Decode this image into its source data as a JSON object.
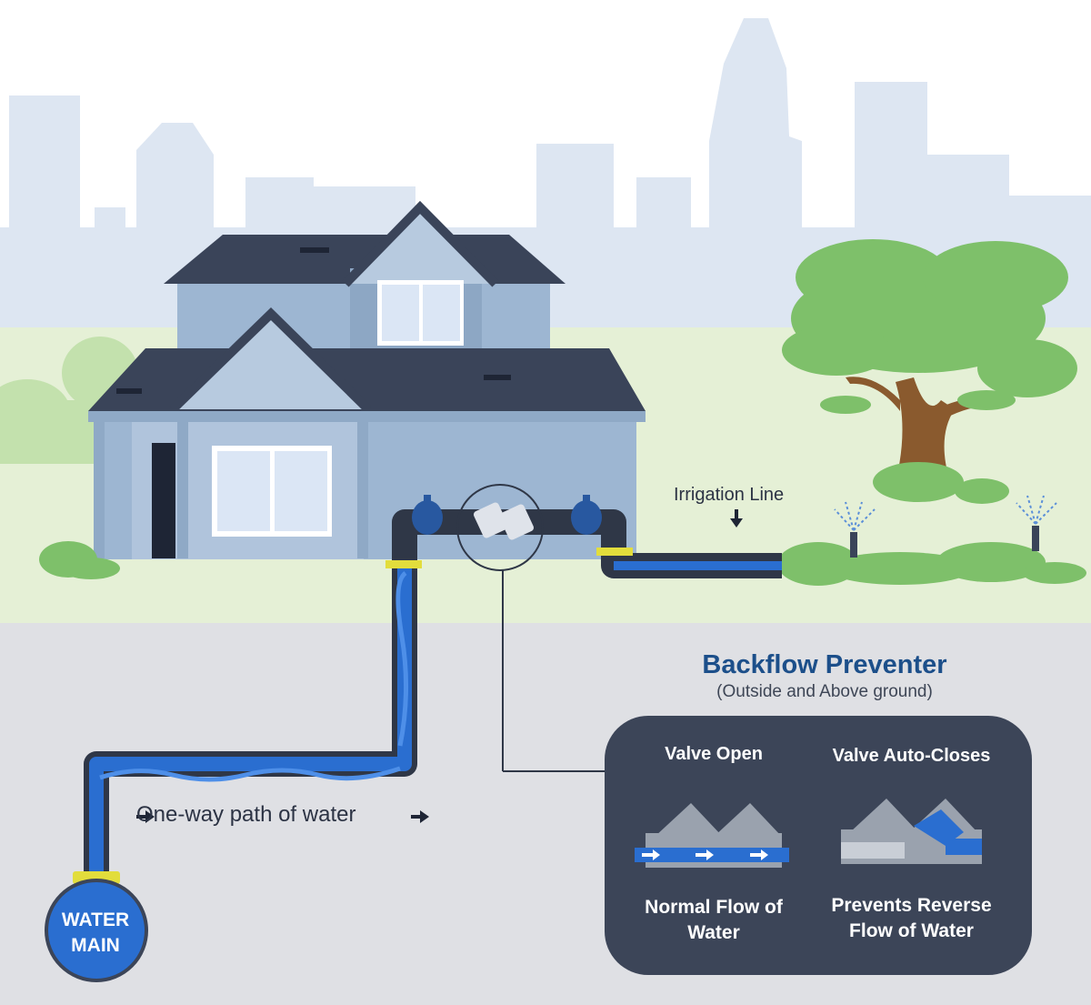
{
  "labels": {
    "irrigation_line": "Irrigation Line",
    "one_way_path": "One-way path of water"
  },
  "backflow_preventer": {
    "title": "Backflow Preventer",
    "subtitle": "(Outside and Above ground)",
    "valve_open": {
      "heading": "Valve Open",
      "caption": "Normal Flow of Water"
    },
    "valve_closed": {
      "heading": "Valve Auto-Closes",
      "caption": "Prevents Reverse Flow of Water"
    }
  },
  "water_main": {
    "label": "WATER MAIN"
  },
  "colors": {
    "sky_skyline": "#dde6f2",
    "lawn": "#e5f0d6",
    "ground": "#dfe0e4",
    "roof": "#3a4459",
    "wall": "#9db6d2",
    "pipe_outline": "#2f3747",
    "water": "#2a6ed0",
    "fitting": "#e2dd3c",
    "foliage": "#7ec06a",
    "title_blue": "#1c4f8a",
    "panel": "#3c4558"
  }
}
